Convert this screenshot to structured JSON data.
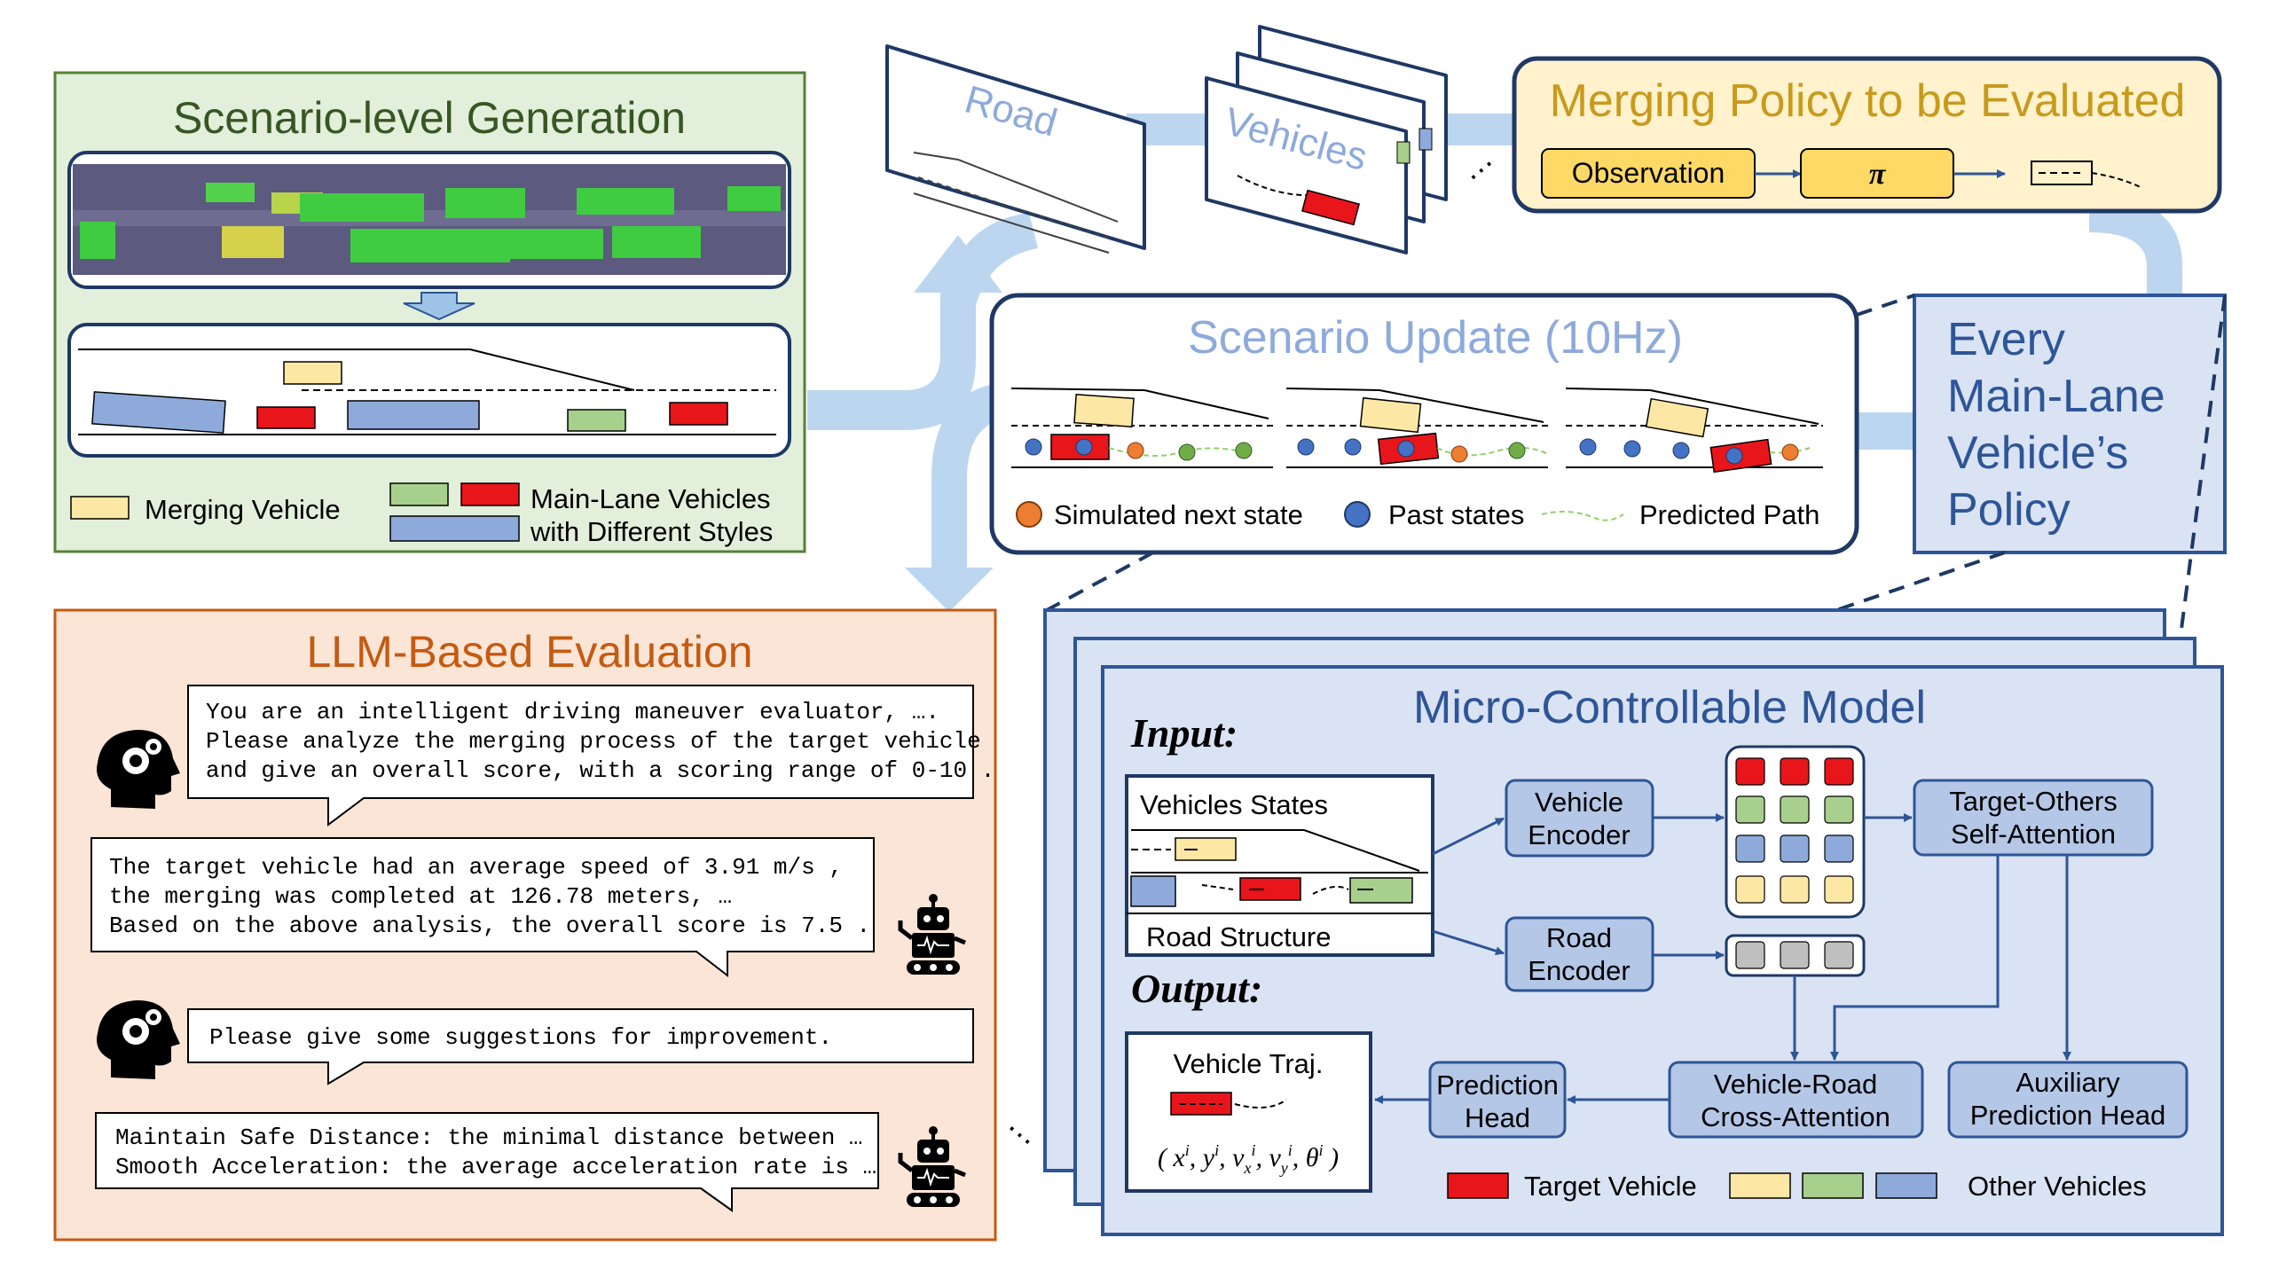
{
  "scenario_gen": {
    "title": "Scenario-level Generation",
    "legend_merging": "Merging Vehicle",
    "legend_main_1": "Main-Lane Vehicles",
    "legend_main_2": "with Different Styles"
  },
  "road_card": {
    "label": "Road"
  },
  "vehicles_card": {
    "label": "Vehicles"
  },
  "merging_policy": {
    "title": "Merging Policy to be Evaluated",
    "observation": "Observation",
    "pi": "π"
  },
  "scenario_update": {
    "title": "Scenario Update (10Hz)",
    "legend_simulated": "Simulated next state",
    "legend_past": "Past states",
    "legend_predicted": "Predicted Path"
  },
  "every_policy": {
    "lines": [
      "Every",
      "Main-Lane",
      "Vehicle’s",
      "Policy"
    ]
  },
  "llm_eval": {
    "title": "LLM-Based Evaluation",
    "bubble1": [
      "You are an intelligent driving maneuver evaluator, ….",
      "Please analyze the merging process of the target vehicle",
      "and give an overall score, with a scoring range of 0-10 ."
    ],
    "bubble2": [
      "The target vehicle had an average speed of 3.91 m/s ,",
      "the merging was completed at 126.78 meters, …",
      "Based on the above analysis, the overall score is 7.5 ."
    ],
    "bubble3": [
      "Please give some suggestions for improvement."
    ],
    "bubble4": [
      "Maintain Safe Distance: the minimal distance between …",
      "Smooth Acceleration: the average acceleration rate is …"
    ]
  },
  "micro_model": {
    "title": "Micro-Controllable Model",
    "input_label": "Input:",
    "output_label": "Output:",
    "vehicles_states": "Vehicles States",
    "road_structure": "Road Structure",
    "vehicle_encoder": [
      "Vehicle",
      "Encoder"
    ],
    "road_encoder": [
      "Road",
      "Encoder"
    ],
    "target_others": [
      "Target-Others",
      "Self-Attention"
    ],
    "vehicle_road": [
      "Vehicle-Road",
      "Cross-Attention"
    ],
    "auxiliary": [
      "Auxiliary",
      "Prediction Head"
    ],
    "prediction_head": [
      "Prediction",
      "Head"
    ],
    "vehicle_traj": "Vehicle Traj.",
    "legend_target": "Target Vehicle",
    "legend_other": "Other Vehicles"
  },
  "colors": {
    "merging_yellow": "#fce8a4",
    "target_red": "#e8151b",
    "green_vehicle": "#a8d08d",
    "blue_vehicle": "#8eaadb",
    "panel_blue": "#dae3f3",
    "arrow_blue": "#a9c8ea",
    "dark_blue": "#1f3864",
    "gold": "#ffd966",
    "peach": "#fbe5d6",
    "green_panel": "#e2efda"
  }
}
